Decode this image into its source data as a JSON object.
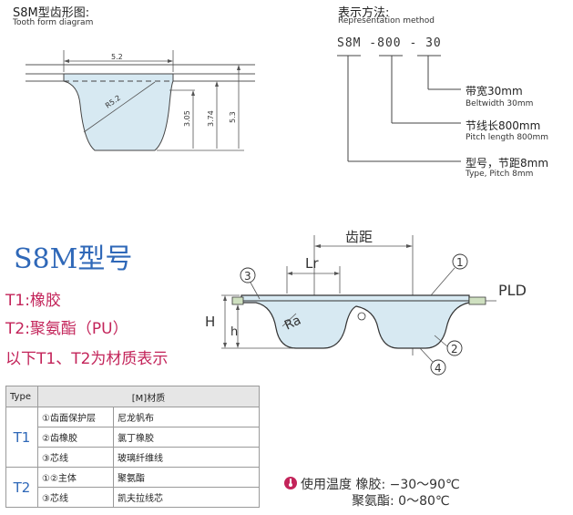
{
  "tooth_form": {
    "title_cn": "S8M型齿形图:",
    "title_en": "Tooth form diagram",
    "dim_top": "5.2",
    "dim_radius": "R5.2",
    "dim_h1": "3.05",
    "dim_h2": "3.74",
    "dim_h3": "5.3"
  },
  "representation": {
    "title_cn": "表示方法:",
    "title_en": "Representation method",
    "code": "S8M -800 - 30",
    "items": [
      {
        "cn": "带宽30mm",
        "en": "Beltwidth 30mm"
      },
      {
        "cn": "节线长800mm",
        "en": "Pitch length 800mm"
      },
      {
        "cn": "型号，节距8mm",
        "en": "Type, Pitch 8mm"
      }
    ]
  },
  "model": {
    "title": "S8M型号",
    "t1": "T1:橡胶",
    "t2": "T2:聚氨酯（PU）",
    "note": "以下T1、T2为材质表示"
  },
  "profile": {
    "pitch_label": "齿距",
    "lr_label": "Lr",
    "ra_label": "Ra",
    "pld_label": "PLD",
    "h_label": "H",
    "h_small_label": "h",
    "n1": "1",
    "n2": "2",
    "n3": "3",
    "n4": "4"
  },
  "table": {
    "head_type": "Type",
    "head_material": "[M]材质",
    "t1": {
      "label": "T1",
      "rows": [
        {
          "part": "①齿面保护层",
          "mat": "尼龙帆布"
        },
        {
          "part": "②齿橡胶",
          "mat": "氯丁橡胶"
        },
        {
          "part": "③芯线",
          "mat": "玻璃纤维线"
        }
      ]
    },
    "t2": {
      "label": "T2",
      "rows": [
        {
          "part": "①②主体",
          "mat": "聚氨酯"
        },
        {
          "part": "③芯线",
          "mat": "凯夫拉线芯"
        }
      ]
    }
  },
  "temperature": {
    "line1": "使用温度 橡胶: −30～90℃",
    "line2": "聚氨酯:    0～80℃"
  }
}
